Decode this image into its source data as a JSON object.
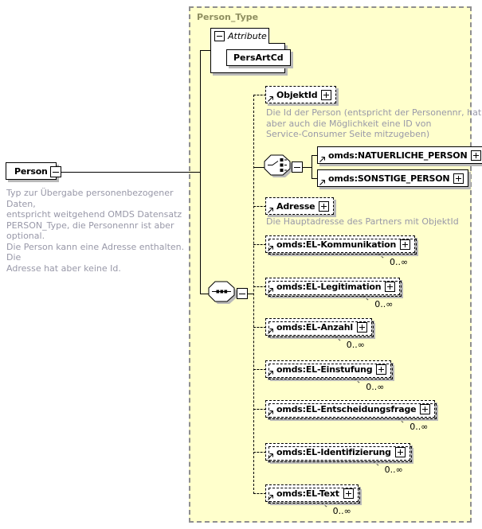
{
  "person": {
    "label": "Person",
    "annotation": "Typ zur Übergabe personenbezogener Daten,\nentspricht weitgehend OMDS Datensatz\nPERSON_Type, die Personennr ist aber optional.\nDie Person kann eine Adresse enthalten. Die\nAdresse hat aber keine Id."
  },
  "container": {
    "title": "Person_Type",
    "fill_color": "#ffffcc",
    "title_color": "#8e8e60"
  },
  "attribute_panel": {
    "header": "Attribute",
    "attributes": [
      {
        "name": "PersArtCd"
      }
    ]
  },
  "sequence": {
    "children": [
      {
        "name": "ObjektId",
        "optional": true,
        "annotation": "Die Id der Person (entspricht der Personennr, hat\naber auch die Möglichkeit eine ID von\nService-Consumer Seite mitzugeben)"
      },
      {
        "name": "choice",
        "options": [
          {
            "name": "omds:NATUERLICHE_PERSON"
          },
          {
            "name": "omds:SONSTIGE_PERSON"
          }
        ]
      },
      {
        "name": "Adresse",
        "optional": true,
        "annotation": "Die Hauptadresse des Partners mit ObjektId"
      },
      {
        "name": "omds:EL-Kommunikation",
        "occurs": "0..∞"
      },
      {
        "name": "omds:EL-Legitimation",
        "occurs": "0..∞"
      },
      {
        "name": "omds:EL-Anzahl",
        "occurs": "0..∞"
      },
      {
        "name": "omds:EL-Einstufung",
        "occurs": "0..∞"
      },
      {
        "name": "omds:EL-Entscheidungsfrage",
        "occurs": "0..∞"
      },
      {
        "name": "omds:EL-Identifizierung",
        "occurs": "0..∞"
      },
      {
        "name": "omds:EL-Text",
        "occurs": "0..∞"
      }
    ]
  }
}
